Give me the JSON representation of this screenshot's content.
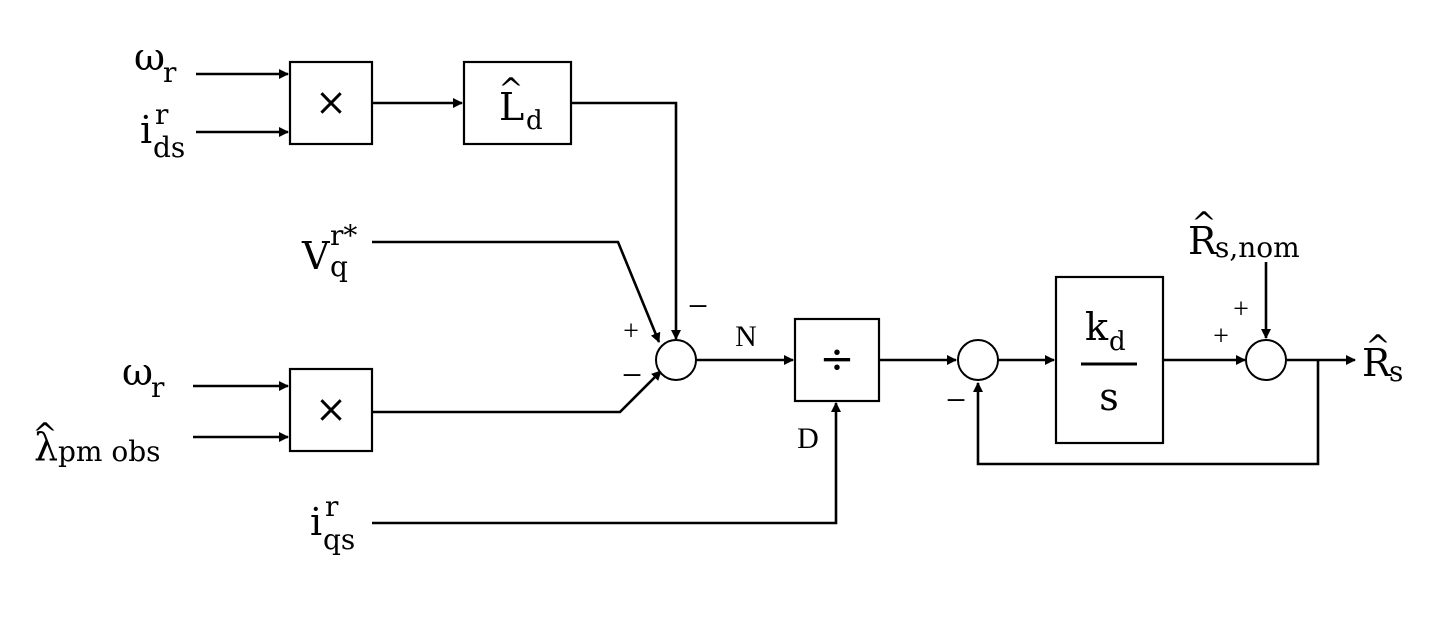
{
  "inputs": {
    "omega_r_1": {
      "base": "ω",
      "sub": "r"
    },
    "i_ds": {
      "base": "i",
      "sup": "r",
      "sub": "ds"
    },
    "V_q": {
      "base": "V",
      "sup": "r*",
      "sub": "q"
    },
    "omega_r_2": {
      "base": "ω",
      "sub": "r"
    },
    "lambda_pm": {
      "hat": "^",
      "base": "λ",
      "sub": "pm obs"
    },
    "i_qs": {
      "base": "i",
      "sup": "r",
      "sub": "qs"
    },
    "R_s_nom": {
      "hat": "^",
      "base": "R",
      "sub": "s,nom"
    }
  },
  "blocks": {
    "multiply_1": "×",
    "L_d": {
      "hat": "^",
      "base": "L",
      "sub": "d"
    },
    "multiply_2": "×",
    "divide": "÷",
    "integrator": {
      "numerator": "k",
      "numerator_sub": "d",
      "denominator": "s"
    }
  },
  "output": {
    "hat": "^",
    "base": "R",
    "sub": "s"
  },
  "signals": {
    "N": "N",
    "D": "D"
  },
  "signs": {
    "sum1_vq": "+",
    "sum1_ld": "−",
    "sum1_lambda": "−",
    "sum2_fb": "−",
    "sum3_int": "+",
    "sum3_nom": "+"
  }
}
